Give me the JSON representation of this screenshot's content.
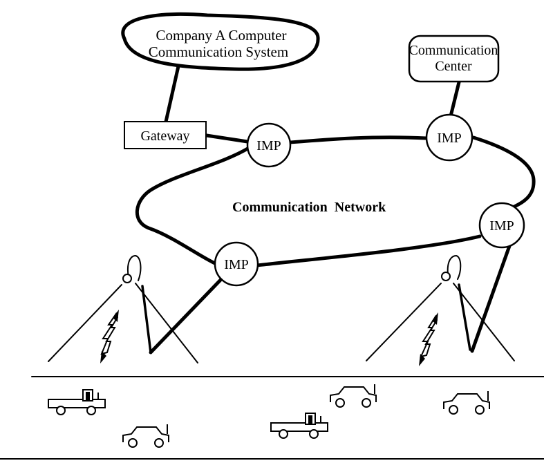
{
  "nodes": {
    "company_system": [
      "Company A Computer",
      "Communication System"
    ],
    "communication_center": [
      "Communication",
      "Center"
    ],
    "gateway": "Gateway",
    "network": "Communication  Network",
    "imp_top_left": "IMP",
    "imp_top_right": "IMP",
    "imp_right": "IMP",
    "imp_bottom_left": "IMP"
  }
}
